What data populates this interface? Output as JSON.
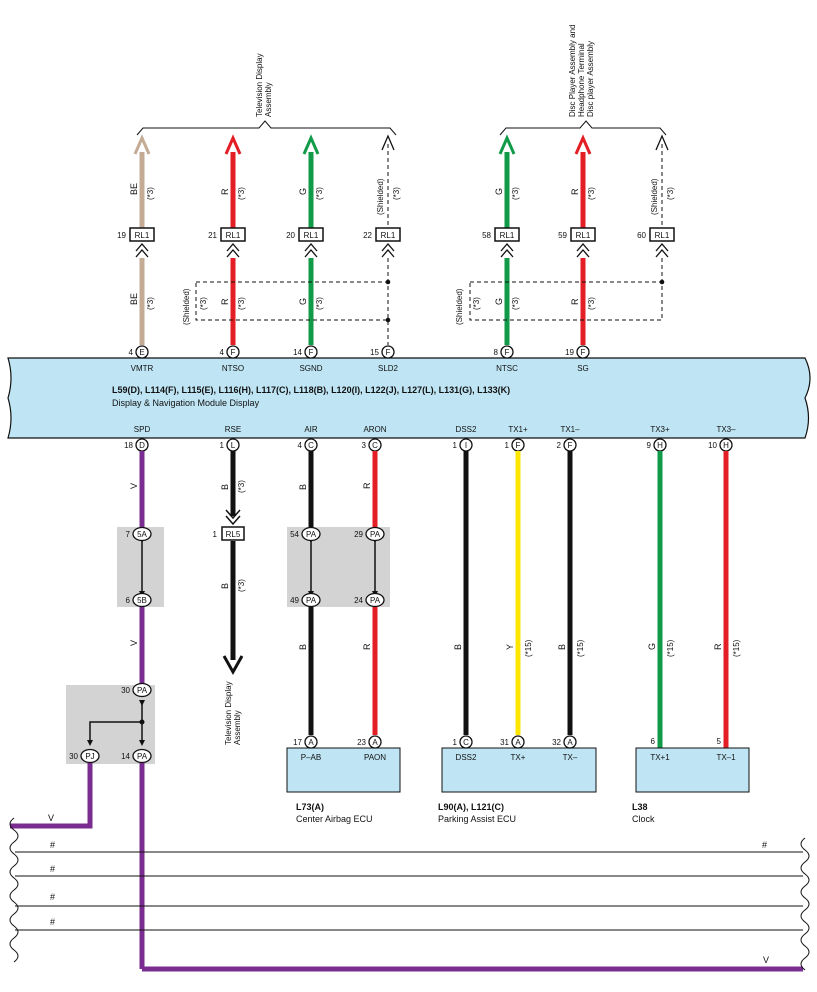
{
  "colors": {
    "BE": "#c4ab96",
    "R": "#e31e24",
    "G": "#119a48",
    "B": "#111111",
    "V": "#7b2c91",
    "Y": "#ffe600",
    "module_fill": "#bfe5f4",
    "splice_fill": "#d3d3d3"
  },
  "top_groups": [
    {
      "label_lines": [
        "Television Display",
        "Assembly"
      ]
    },
    {
      "label_lines": [
        "Disc Player Assembly and",
        "Headphone Terminal",
        "Disc player Assembly"
      ]
    }
  ],
  "top_wires": [
    {
      "color": "BE",
      "shielded": false,
      "upper_note": "(*3)",
      "lower_note": "(*3)",
      "rl_pin": "19",
      "rl": "RL1",
      "pin": "4",
      "conn": "E",
      "signal": "VMTR"
    },
    {
      "color": "R",
      "shielded": false,
      "upper_note": "(*3)",
      "lower_note": "(*3)",
      "rl_pin": "21",
      "rl": "RL1",
      "pin": "4",
      "conn": "F",
      "signal": "NTSO"
    },
    {
      "color": "G",
      "shielded": false,
      "upper_note": "(*3)",
      "lower_note": "(*3)",
      "rl_pin": "20",
      "rl": "RL1",
      "pin": "14",
      "conn": "F",
      "signal": "SGND"
    },
    {
      "color": "",
      "shielded": true,
      "upper_note": "(*3)",
      "shield_text": "(Shielded)",
      "rl_pin": "22",
      "rl": "RL1",
      "pin": "15",
      "conn": "F",
      "signal": "SLD2"
    },
    {
      "color": "G",
      "shielded": false,
      "upper_note": "(*3)",
      "lower_note": "(*3)",
      "rl_pin": "58",
      "rl": "RL1",
      "pin": "8",
      "conn": "F",
      "signal": "NTSC"
    },
    {
      "color": "R",
      "shielded": false,
      "upper_note": "(*3)",
      "lower_note": "(*3)",
      "rl_pin": "59",
      "rl": "RL1",
      "pin": "19",
      "conn": "F",
      "signal": "SG"
    },
    {
      "color": "",
      "shielded": true,
      "upper_note": "(*3)",
      "shield_text": "(Shielded)",
      "rl_pin": "60",
      "rl": "RL1"
    }
  ],
  "shield_labels": [
    {
      "text": "(Shielded)",
      "note": "(*3)"
    },
    {
      "text": "(Shielded)",
      "note": "(*3)"
    }
  ],
  "module": {
    "connectors": "L59(D), L114(F), L115(E), L116(H), L117(C), L118(B), L120(I), L122(J), L127(L), L131(G), L133(K)",
    "name": "Display & Navigation Module Display"
  },
  "bottom_pins": [
    {
      "signal": "SPD",
      "pin": "18",
      "conn": "D"
    },
    {
      "signal": "RSE",
      "pin": "1",
      "conn": "L"
    },
    {
      "signal": "AIR",
      "pin": "4",
      "conn": "C"
    },
    {
      "signal": "ARON",
      "pin": "3",
      "conn": "C"
    },
    {
      "signal": "DSS2",
      "pin": "1",
      "conn": "I"
    },
    {
      "signal": "TX1+",
      "pin": "1",
      "conn": "F"
    },
    {
      "signal": "TX1–",
      "pin": "2",
      "conn": "F"
    },
    {
      "signal": "TX3+",
      "pin": "9",
      "conn": "H"
    },
    {
      "signal": "TX3–",
      "pin": "10",
      "conn": "H"
    }
  ],
  "wire_labels": {
    "spd": "V",
    "spd_lower": "V",
    "rse": "B",
    "rse_note": "(*3)",
    "rse_lower": "B",
    "rse_lower_note": "(*3)",
    "air": "B",
    "air_lower": "B",
    "aron": "R",
    "aron_lower": "R",
    "dss2": "B",
    "tx1p": "Y",
    "tx1p_note": "(*15)",
    "tx1m": "B",
    "tx1m_note": "(*15)",
    "tx3p": "G",
    "tx3p_note": "(*15)",
    "tx3m": "R",
    "tx3m_note": "(*15)",
    "pj_out": "V",
    "bottom_v": "V"
  },
  "rl5": {
    "pin": "1",
    "name": "RL5"
  },
  "rse_dest": [
    "Television Display",
    "Assembly"
  ],
  "junctions": {
    "j5a": {
      "pin": "7",
      "name": "5A"
    },
    "j5b": {
      "pin": "6",
      "name": "5B"
    },
    "pa54": {
      "pin": "54",
      "name": "PA"
    },
    "pa29": {
      "pin": "29",
      "name": "PA"
    },
    "pa49": {
      "pin": "49",
      "name": "PA"
    },
    "pa24": {
      "pin": "24",
      "name": "PA"
    },
    "pa30": {
      "pin": "30",
      "name": "PA"
    },
    "pa14": {
      "pin": "14",
      "name": "PA"
    },
    "pj30": {
      "pin": "30",
      "name": "PJ"
    }
  },
  "ecus": [
    {
      "id": "L73(A)",
      "name": "Center Airbag ECU",
      "pins": [
        {
          "pin": "17",
          "conn": "A",
          "signal": "P–AB"
        },
        {
          "pin": "23",
          "conn": "A",
          "signal": "PAON"
        }
      ]
    },
    {
      "id": "L90(A), L121(C)",
      "name": "Parking Assist ECU",
      "pins": [
        {
          "pin": "1",
          "conn": "C",
          "signal": "DSS2"
        },
        {
          "pin": "31",
          "conn": "A",
          "signal": "TX+"
        },
        {
          "pin": "32",
          "conn": "A",
          "signal": "TX–"
        }
      ]
    },
    {
      "id": "L38",
      "name": "Clock",
      "pins": [
        {
          "pin": "6",
          "signal": "TX+1"
        },
        {
          "pin": "5",
          "signal": "TX–1"
        }
      ]
    }
  ],
  "hash_marks": [
    "#",
    "#",
    "#",
    "#",
    "#"
  ]
}
